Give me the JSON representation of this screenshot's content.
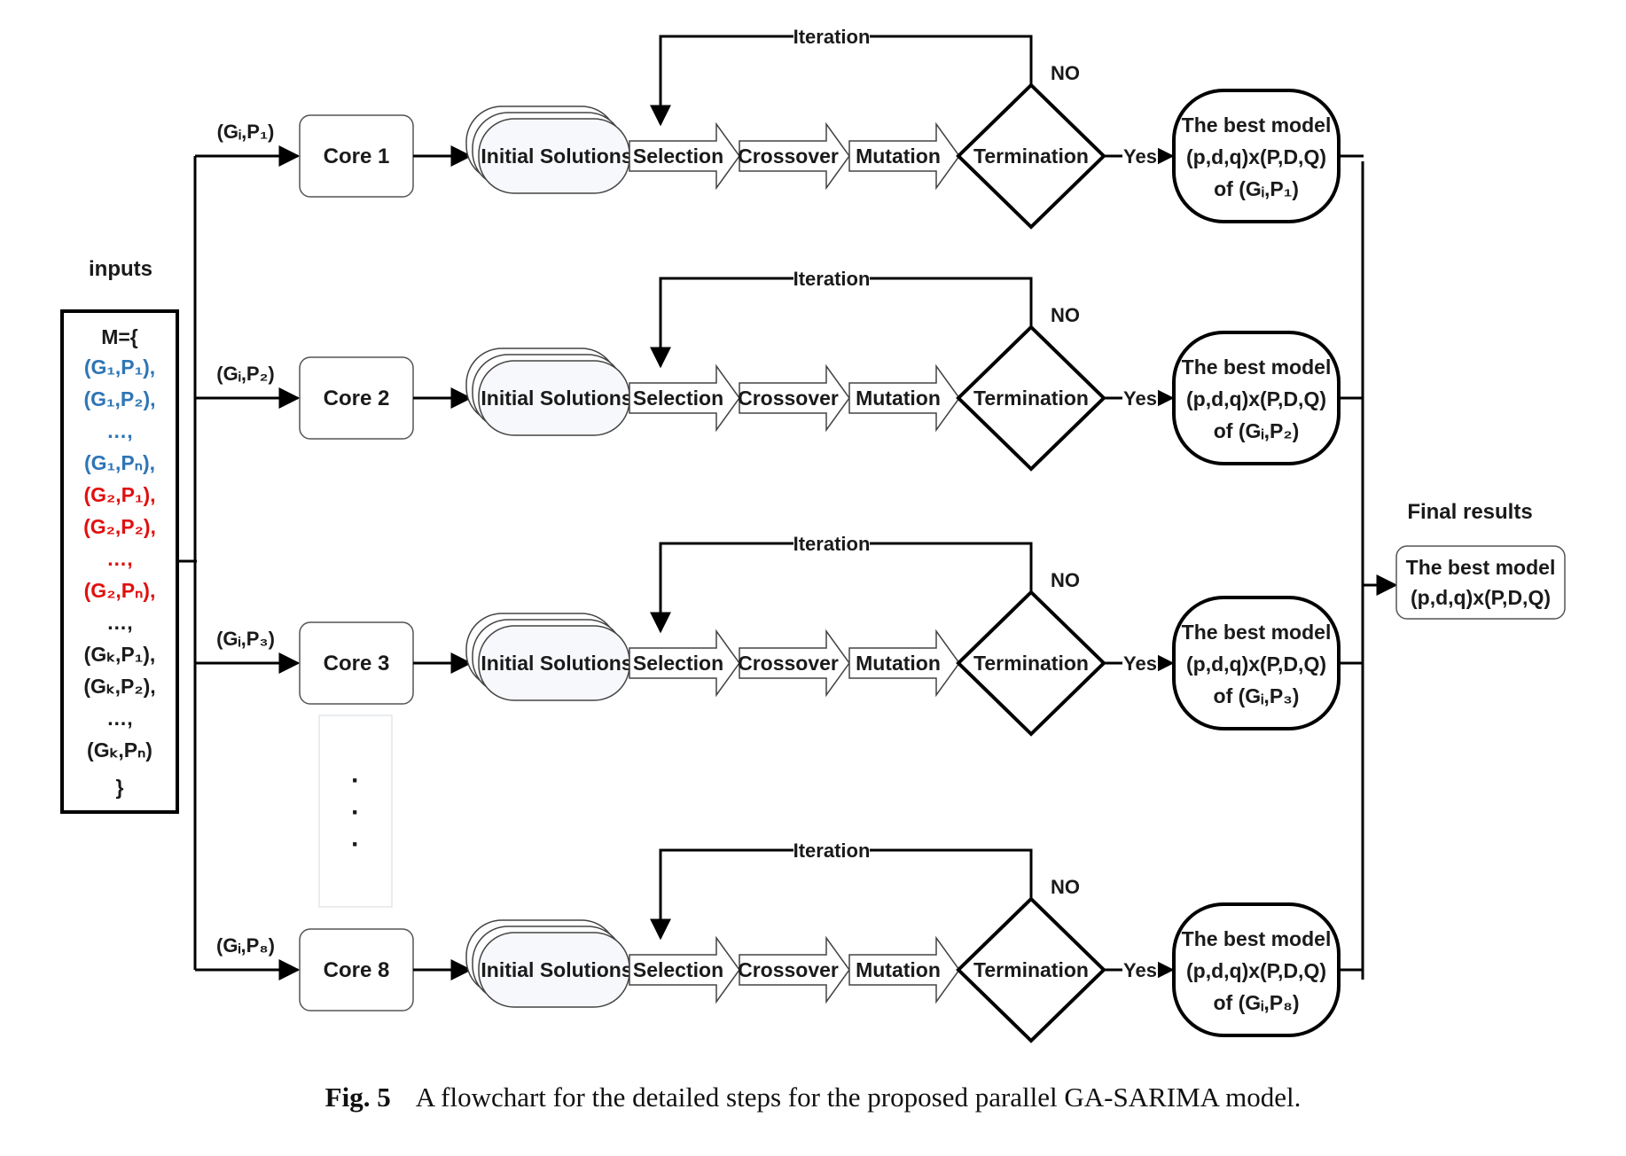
{
  "inputs": {
    "title": "inputs",
    "set_open": "M={",
    "items": [
      {
        "text": "(G₁,P₁),",
        "color": "#2e75b6"
      },
      {
        "text": "(G₁,P₂),",
        "color": "#2e75b6"
      },
      {
        "text": "…,",
        "color": "#2e75b6"
      },
      {
        "text": "(G₁,Pₙ),",
        "color": "#2e75b6"
      },
      {
        "text": "(G₂,P₁),",
        "color": "#e01010"
      },
      {
        "text": "(G₂,P₂),",
        "color": "#e01010"
      },
      {
        "text": "…,",
        "color": "#e01010"
      },
      {
        "text": "(G₂,Pₙ),",
        "color": "#e01010"
      },
      {
        "text": "…,",
        "color": "#1a1a1a"
      },
      {
        "text": "(Gₖ,P₁),",
        "color": "#1a1a1a"
      },
      {
        "text": "(Gₖ,P₂),",
        "color": "#1a1a1a"
      },
      {
        "text": "…,",
        "color": "#1a1a1a"
      },
      {
        "text": "(Gₖ,Pₙ)",
        "color": "#1a1a1a"
      }
    ],
    "set_close": "}"
  },
  "steps": {
    "initial": "Initial Solutions",
    "selection": "Selection",
    "crossover": "Crossover",
    "mutation": "Mutation",
    "termination": "Termination",
    "iteration": "Iteration",
    "no": "NO",
    "yes": "Yes"
  },
  "lanes": [
    {
      "pair": "(Gᵢ,P₁)",
      "core": "Core 1",
      "result": [
        "The best model",
        "(p,d,q)x(P,D,Q)",
        "of (Gᵢ,P₁)"
      ]
    },
    {
      "pair": "(Gᵢ,P₂)",
      "core": "Core 2",
      "result": [
        "The best model",
        "(p,d,q)x(P,D,Q)",
        "of (Gᵢ,P₂)"
      ]
    },
    {
      "pair": "(Gᵢ,P₃)",
      "core": "Core 3",
      "result": [
        "The best model",
        "(p,d,q)x(P,D,Q)",
        "of (Gᵢ,P₃)"
      ]
    },
    {
      "pair": "(Gᵢ,P₈)",
      "core": "Core 8",
      "result": [
        "The best model",
        "(p,d,q)x(P,D,Q)",
        "of (Gᵢ,P₈)"
      ]
    }
  ],
  "ellipsis": "·",
  "final": {
    "title": "Final results",
    "lines": [
      "The best model",
      "(p,d,q)x(P,D,Q)"
    ]
  },
  "caption": {
    "label": "Fig. 5",
    "text": "A flowchart for the detailed steps for the proposed parallel GA-SARIMA model."
  }
}
